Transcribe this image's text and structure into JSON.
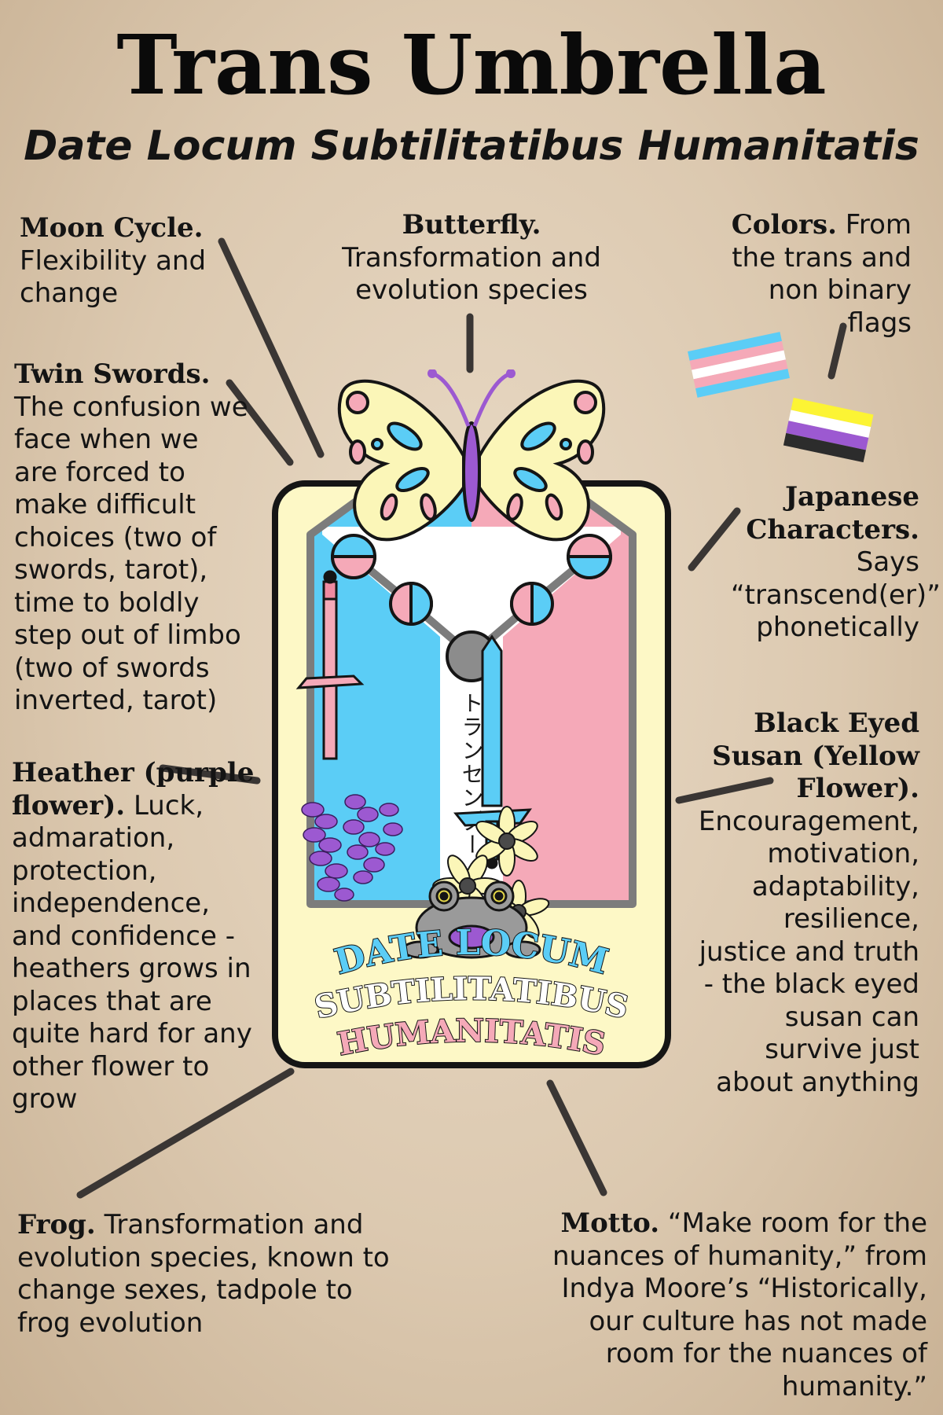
{
  "title": "Trans Umbrella",
  "subtitle": "Date Locum Subtilitatibus Humanitatis",
  "annotations": {
    "moon_cycle": {
      "heading": "Moon Cycle.",
      "text": "Flexibility and change"
    },
    "butterfly": {
      "heading": "Butterfly.",
      "text": "Transformation and evolution species"
    },
    "colors": {
      "heading": "Colors.",
      "text": "From the trans and non binary flags"
    },
    "twin_swords": {
      "heading": "Twin Swords.",
      "text": "The confusion we face when we are forced to make difficult choices (two of swords, tarot), time to boldly step out of limbo (two of swords inverted, tarot)"
    },
    "japanese_characters": {
      "heading": "Japanese Characters.",
      "text": "Says “transcend(er)” phonetically"
    },
    "heather": {
      "heading": "Heather (purple flower).",
      "text": "Luck, admaration, protection, independence, and confidence - heathers grows in places that are quite hard for any other flower to grow"
    },
    "black_eyed_susan": {
      "heading": "Black Eyed Susan (Yellow Flower).",
      "text": "Encouragement, motivation, adaptability, resilience, justice and truth - the black eyed susan can survive just about anything"
    },
    "frog": {
      "heading": "Frog.",
      "text": "Transformation and evolution species, known to change sexes, tadpole to frog evolution"
    },
    "motto": {
      "heading": "Motto.",
      "text": "“Make room for the nuances of humanity,” from Indya Moore’s “Historically, our culture has not made room for the nuances of humanity.”"
    }
  },
  "emblem": {
    "japanese_text": "トランセンダー",
    "motto_line1": "DATE LOCUM",
    "motto_line2": "SUBTILITATIBUS",
    "motto_line3": "HUMANITATIS"
  },
  "colors": {
    "trans_blue": "#5bcdf6",
    "trans_pink": "#f5a9b8",
    "white": "#ffffff",
    "nb_yellow": "#fcf434",
    "nb_purple": "#9c59d1",
    "nb_black": "#2c2c2c",
    "parchment": "#ddcbb2",
    "panel_cream": "#fdf8c6"
  },
  "icons": [
    "moon-phase-icon",
    "butterfly-icon",
    "sword-icon",
    "heather-flower-icon",
    "black-eyed-susan-icon",
    "frog-icon",
    "trans-flag-icon",
    "nonbinary-flag-icon"
  ]
}
